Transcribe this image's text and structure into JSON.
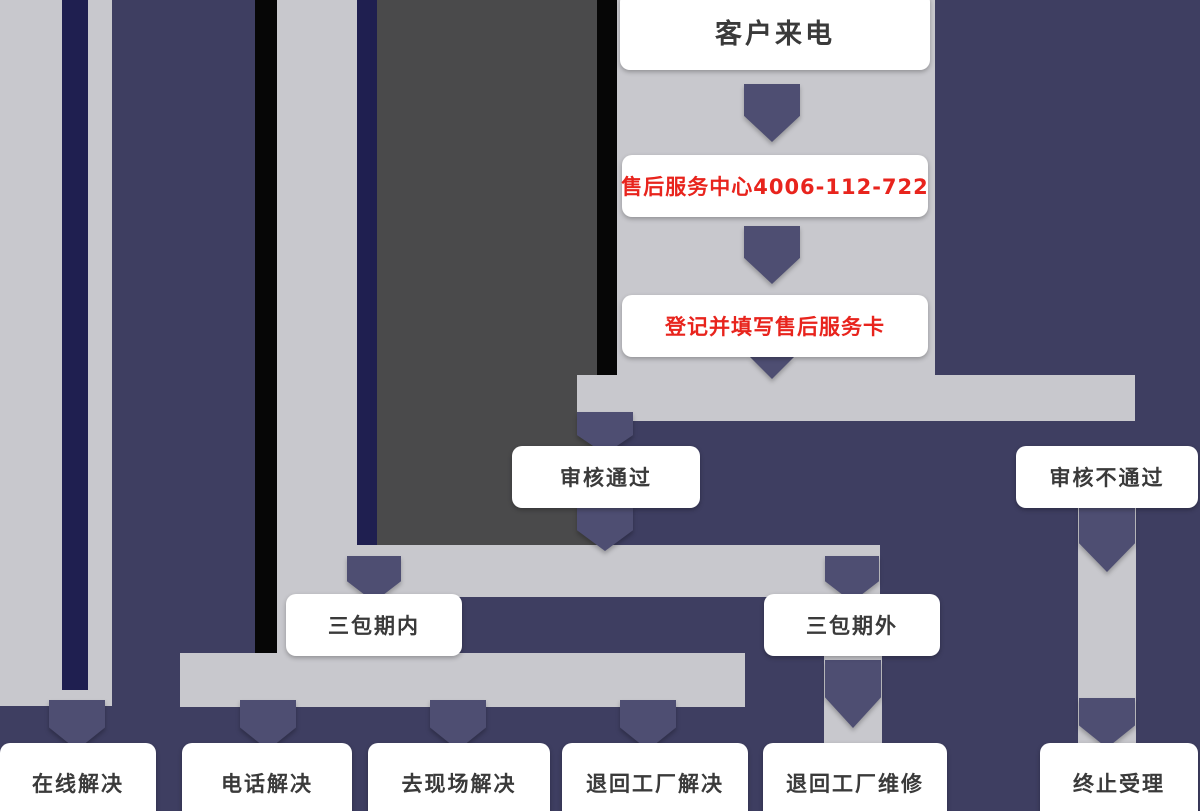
{
  "colors": {
    "background": "#3E3E61",
    "pipe": "#C8C8CD",
    "panel_dark": "#4A4A4B",
    "stripe_black": "#060606",
    "stripe_navy": "#1F1F50",
    "arrow": "#4E4E72",
    "box_bg": "#FFFFFF",
    "text_dark": "#3A3A3A",
    "text_red": "#E8241D"
  },
  "flowchart": {
    "type": "flowchart",
    "nodes": {
      "customer_call": {
        "label": "客户来电"
      },
      "service_center": {
        "label": "售后服务中心4006-112-722"
      },
      "register_card": {
        "label": "登记并填写售后服务卡"
      },
      "review_pass": {
        "label": "审核通过"
      },
      "review_fail": {
        "label": "审核不通过"
      },
      "within_warranty": {
        "label": "三包期内"
      },
      "outside_warranty": {
        "label": "三包期外"
      },
      "solve_online": {
        "label": "在线解决"
      },
      "solve_phone": {
        "label": "电话解决"
      },
      "solve_onsite": {
        "label": "去现场解决"
      },
      "solve_return_factory": {
        "label": "退回工厂解决"
      },
      "repair_return_factory": {
        "label": "退回工厂维修"
      },
      "terminate": {
        "label": "终止受理"
      }
    },
    "edges": [
      {
        "from": "customer_call",
        "to": "service_center"
      },
      {
        "from": "service_center",
        "to": "register_card"
      },
      {
        "from": "register_card",
        "to": "review_pass"
      },
      {
        "from": "register_card",
        "to": "review_fail"
      },
      {
        "from": "review_pass",
        "to": "within_warranty"
      },
      {
        "from": "review_pass",
        "to": "outside_warranty"
      },
      {
        "from": "within_warranty",
        "to": "solve_online"
      },
      {
        "from": "within_warranty",
        "to": "solve_phone"
      },
      {
        "from": "within_warranty",
        "to": "solve_onsite"
      },
      {
        "from": "within_warranty",
        "to": "solve_return_factory"
      },
      {
        "from": "outside_warranty",
        "to": "repair_return_factory"
      },
      {
        "from": "review_fail",
        "to": "terminate"
      }
    ]
  }
}
